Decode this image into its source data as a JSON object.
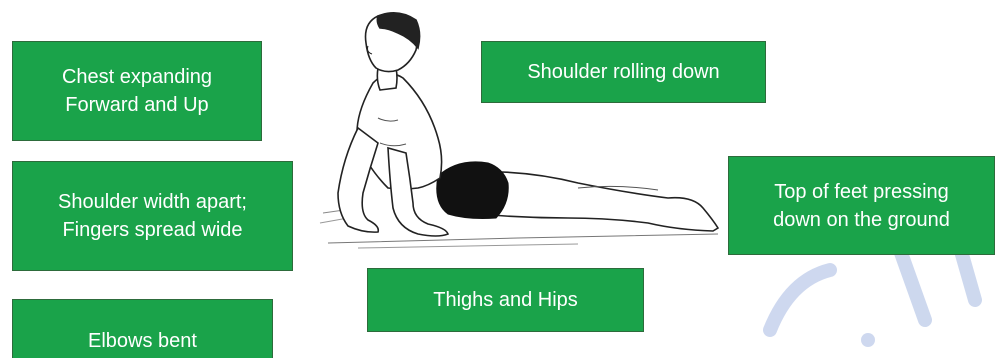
{
  "labels": {
    "chest": {
      "line1": "Chest expanding",
      "line2": "Forward and Up"
    },
    "shoulder_rolling": {
      "line1": "Shoulder rolling down"
    },
    "shoulder_width": {
      "line1": "Shoulder width apart;",
      "line2": "Fingers spread wide"
    },
    "top_feet": {
      "line1": "Top of feet pressing",
      "line2": "down on the ground"
    },
    "thighs": {
      "line1": "Thighs and Hips"
    },
    "elbows": {
      "line1": "Elbows bent"
    }
  },
  "colors": {
    "box_fill": "#1aa34a",
    "box_border": "#2d6b3b",
    "box_text": "#ffffff",
    "watermark": "#b9c8e8"
  },
  "figure": {
    "description_icon": "cobra-pose-illustration"
  }
}
